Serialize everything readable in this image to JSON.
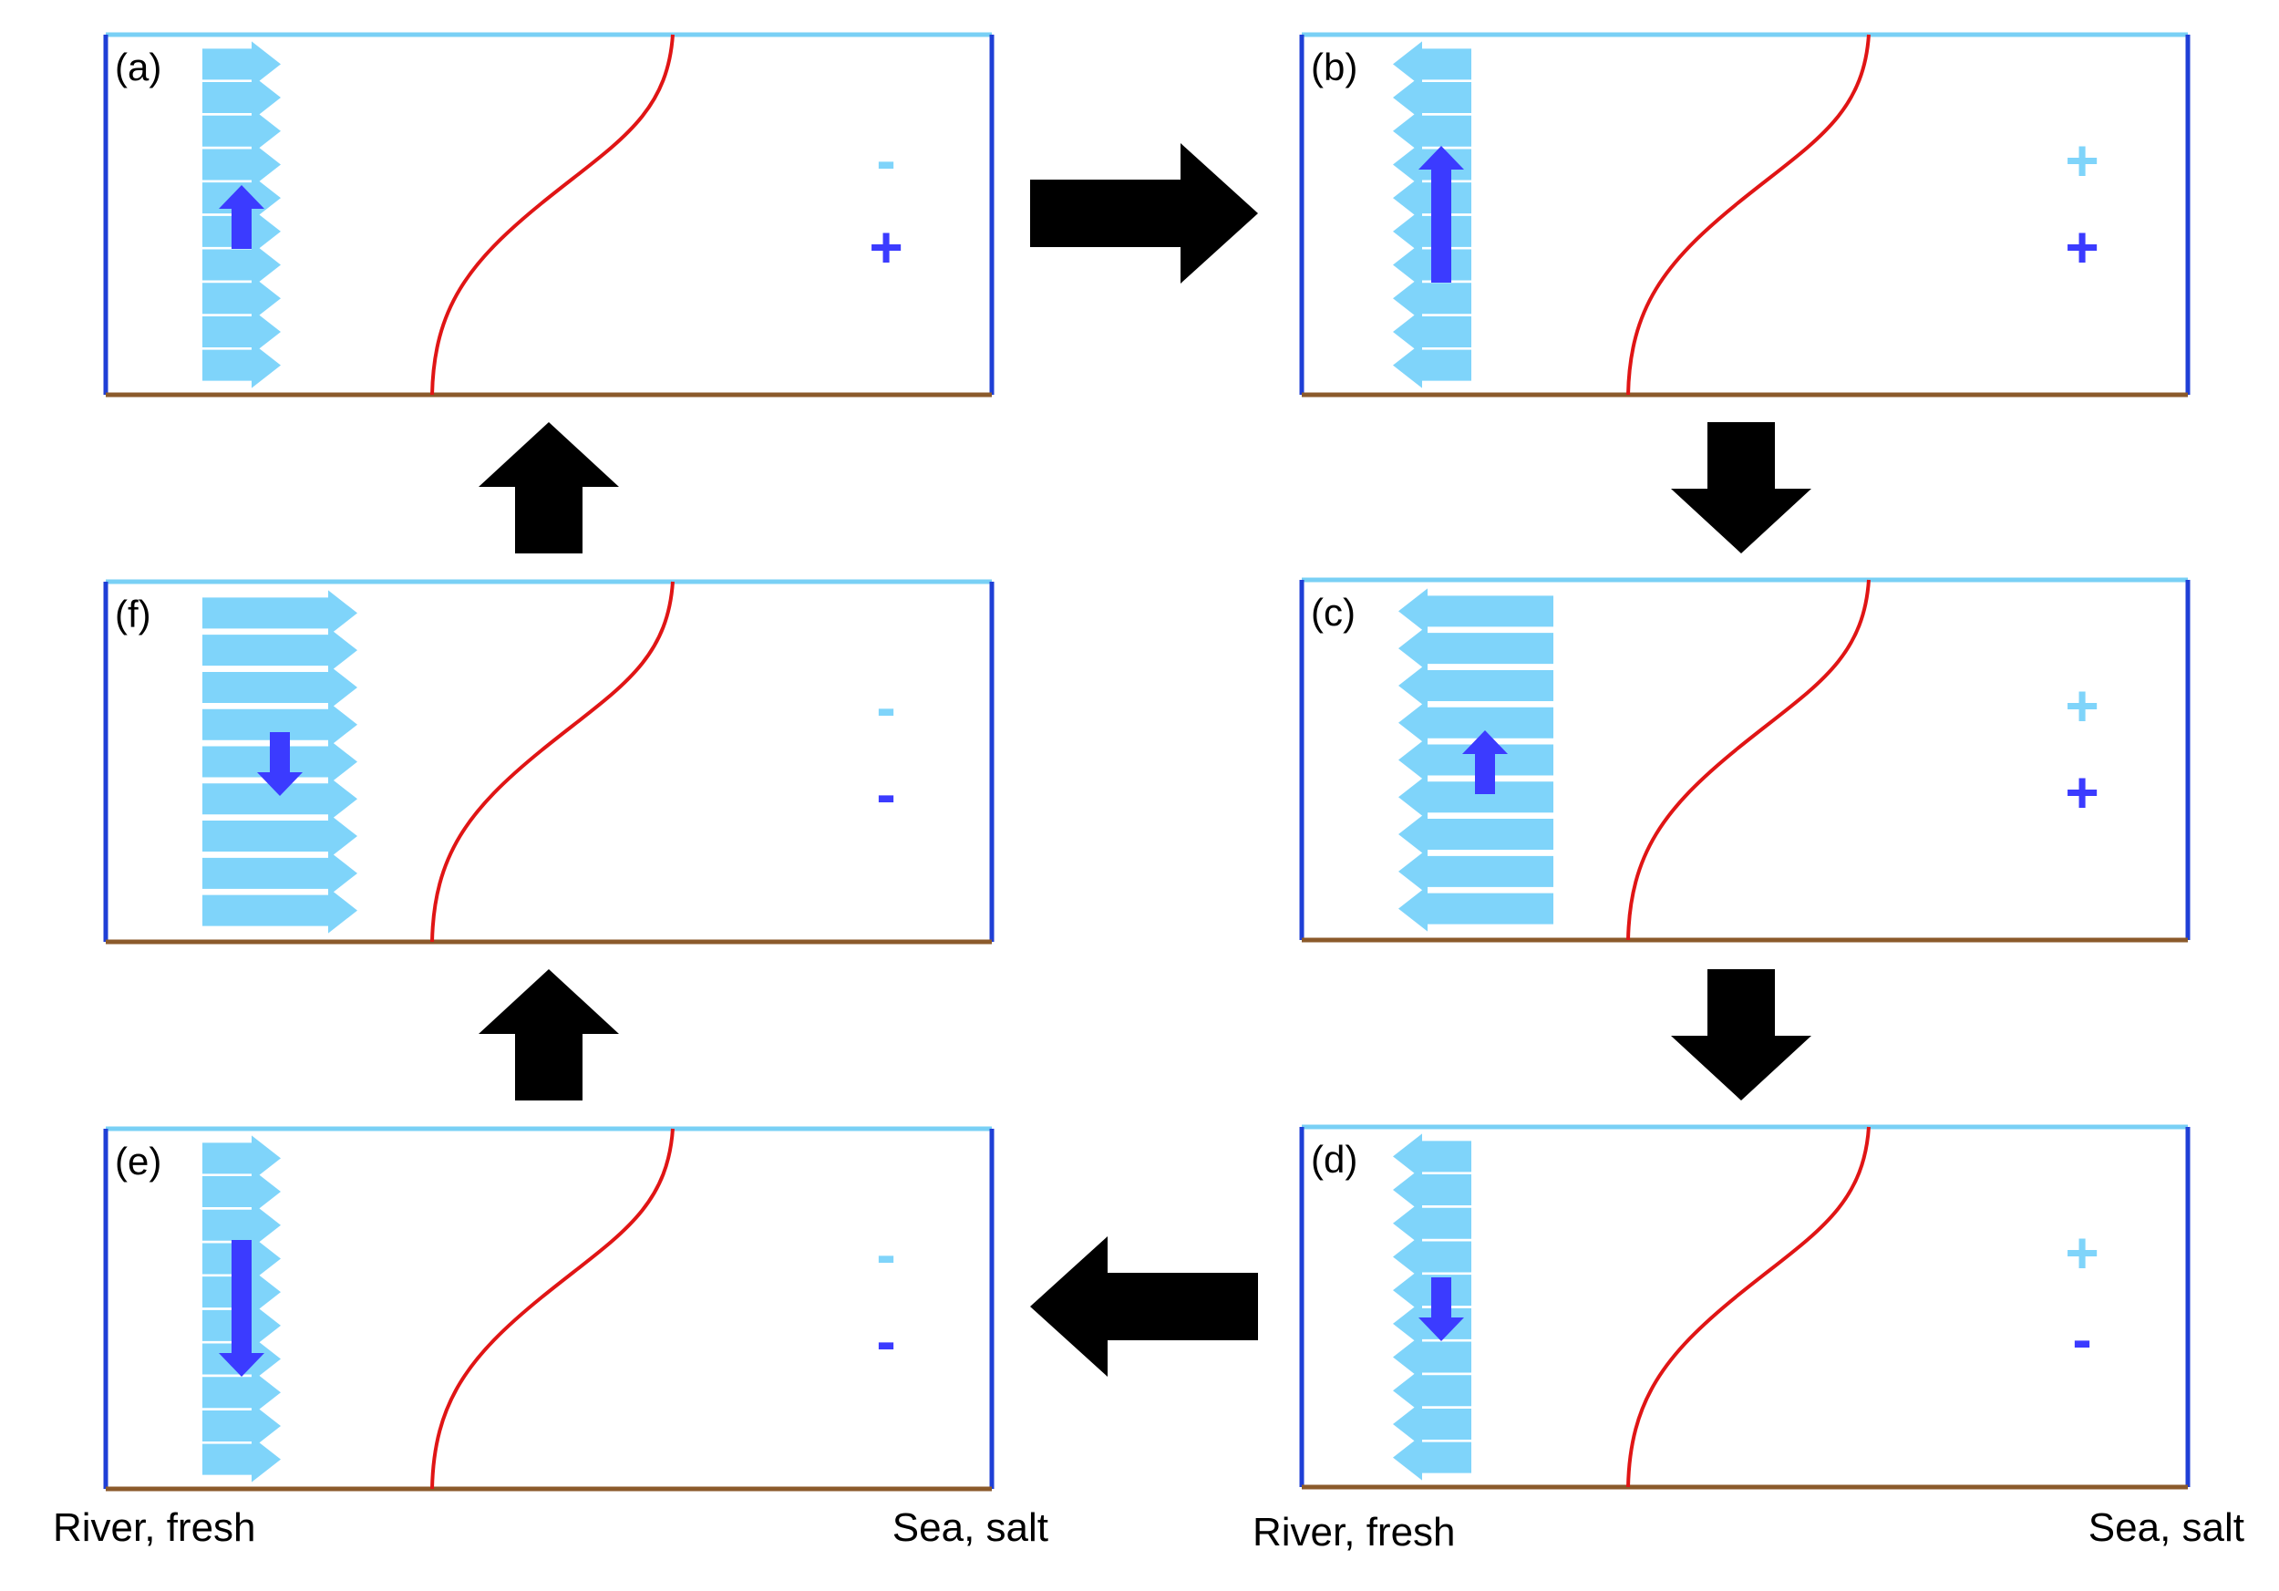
{
  "colors": {
    "surface": "#79d0f5",
    "side_wall": "#1f3fd6",
    "bed": "#8b5a2b",
    "salinity_curve": "#e01515",
    "flow_arrow": "#7fd4fa",
    "vertical_arrow": "#3b3bff",
    "sign_light": "#7fd4fa",
    "sign_dark": "#3b3bff",
    "transition_arrow": "#000000"
  },
  "panels": [
    {
      "id": "a",
      "label": "(a)",
      "flow_direction": "seaward",
      "flow_strength": "weak",
      "vertical_arrow": "up",
      "vertical_strength": "weak",
      "top_sign": "-",
      "bottom_sign": "+"
    },
    {
      "id": "b",
      "label": "(b)",
      "flow_direction": "landward",
      "flow_strength": "weak",
      "vertical_arrow": "up",
      "vertical_strength": "strong",
      "top_sign": "+",
      "bottom_sign": "+"
    },
    {
      "id": "c",
      "label": "(c)",
      "flow_direction": "landward",
      "flow_strength": "strong",
      "vertical_arrow": "up",
      "vertical_strength": "weak",
      "top_sign": "+",
      "bottom_sign": "+"
    },
    {
      "id": "d",
      "label": "(d)",
      "flow_direction": "landward",
      "flow_strength": "weak",
      "vertical_arrow": "down",
      "vertical_strength": "weak",
      "top_sign": "+",
      "bottom_sign": "-"
    },
    {
      "id": "e",
      "label": "(e)",
      "flow_direction": "seaward",
      "flow_strength": "weak",
      "vertical_arrow": "down",
      "vertical_strength": "strong",
      "top_sign": "-",
      "bottom_sign": "-"
    },
    {
      "id": "f",
      "label": "(f)",
      "flow_direction": "seaward",
      "flow_strength": "strong",
      "vertical_arrow": "down",
      "vertical_strength": "weak",
      "top_sign": "-",
      "bottom_sign": "-"
    }
  ],
  "transitions": [
    {
      "from": "a",
      "to": "b",
      "direction": "right"
    },
    {
      "from": "b",
      "to": "c",
      "direction": "down"
    },
    {
      "from": "c",
      "to": "d",
      "direction": "down"
    },
    {
      "from": "d",
      "to": "e",
      "direction": "left"
    },
    {
      "from": "e",
      "to": "f",
      "direction": "up"
    },
    {
      "from": "f",
      "to": "a",
      "direction": "up"
    }
  ],
  "axis_labels": {
    "left_river": "River, fresh",
    "left_sea": "Sea, salt",
    "right_river": "River, fresh",
    "right_sea": "Sea, salt"
  }
}
